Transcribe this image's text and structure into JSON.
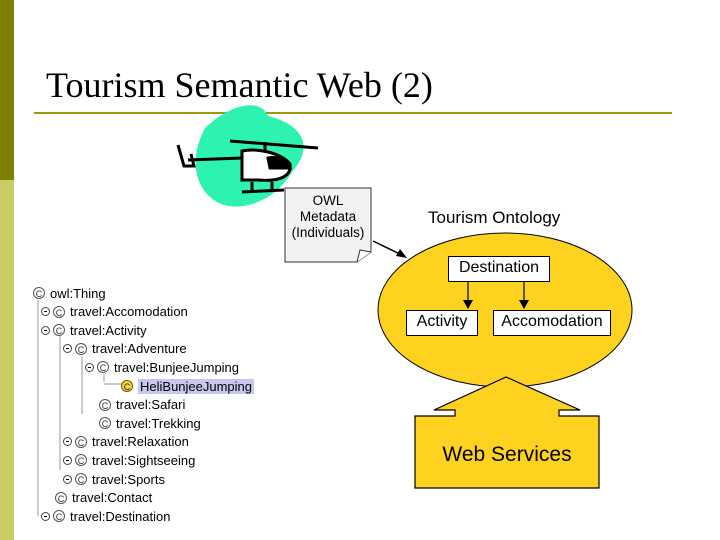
{
  "slide": {
    "title": "Tourism Semantic Web (2)"
  },
  "owl_note": {
    "line1": "OWL",
    "line2": "Metadata",
    "line3": "(Individuals)"
  },
  "ontology": {
    "title": "Tourism Ontology",
    "root": "Destination",
    "children": [
      "Activity",
      "Accomodation"
    ]
  },
  "web_services": {
    "label": "Web Services"
  },
  "tree": {
    "icon_letter": "C",
    "nodes": [
      {
        "label": "owl:Thing",
        "toggle": false,
        "selected": false
      },
      {
        "label": "travel:Accomodation",
        "toggle": true,
        "selected": false
      },
      {
        "label": "travel:Activity",
        "toggle": true,
        "selected": false
      },
      {
        "label": "travel:Adventure",
        "toggle": true,
        "selected": false
      },
      {
        "label": "travel:BunjeeJumping",
        "toggle": true,
        "selected": false
      },
      {
        "label": "HeliBunjeeJumping",
        "toggle": false,
        "selected": true
      },
      {
        "label": "travel:Safari",
        "toggle": false,
        "selected": false
      },
      {
        "label": "travel:Trekking",
        "toggle": false,
        "selected": false
      },
      {
        "label": "travel:Relaxation",
        "toggle": true,
        "selected": false
      },
      {
        "label": "travel:Sightseeing",
        "toggle": true,
        "selected": false
      },
      {
        "label": "travel:Sports",
        "toggle": true,
        "selected": false
      },
      {
        "label": "travel:Contact",
        "toggle": false,
        "selected": false
      },
      {
        "label": "travel:Destination",
        "toggle": true,
        "selected": false
      }
    ]
  },
  "colors": {
    "sidebar_dark": "#7f7f00",
    "sidebar_light": "#cccc66",
    "ellipse_fill": "#ffd21f",
    "helicopter_swoosh": "#2ef2b0",
    "selection": "#c7c7ef"
  }
}
